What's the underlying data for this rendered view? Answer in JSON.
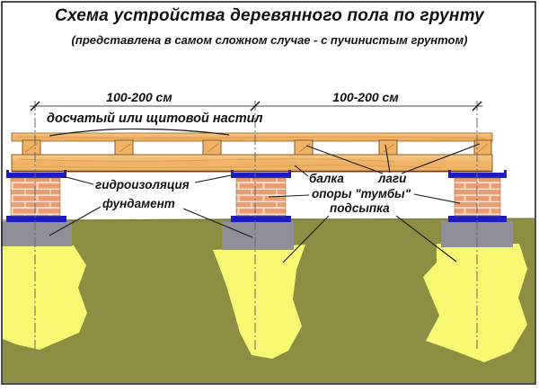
{
  "title": "Схема устройства деревянного пола по грунту",
  "subtitle": "(представлена в самом сложном случае - с пучинистым грунтом)",
  "dimensions": {
    "left_span": "100-200 см",
    "right_span": "100-200 см"
  },
  "labels": {
    "decking": "досчатый или щитовой настил",
    "waterproofing": "гидроизоляция",
    "foundation": "фундамент",
    "beam": "балка",
    "joists": "лаги",
    "supports": "опоры \"тумбы\"",
    "bedding": "подсыпка"
  },
  "colors": {
    "wood_light": "#f6cb8e",
    "wood": "#f0b266",
    "wood_edge": "#8a5a20",
    "brick": "#ec9b74",
    "mortar": "#f3e9d2",
    "waterproofing_blue": "#1c1cc4",
    "foundation_gray": "#90909a",
    "ground_olive": "#8d8d44",
    "sand_yellow": "#f8f872",
    "line_dark": "#1a1a1a"
  }
}
